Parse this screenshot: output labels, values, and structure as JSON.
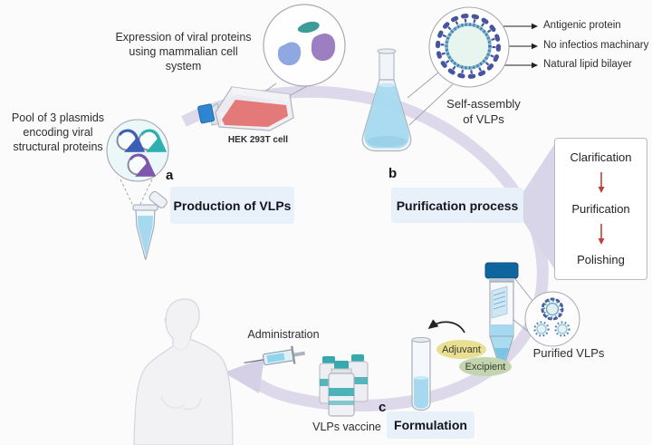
{
  "expression": {
    "caption": "Expression of viral proteins\nusing mammalian cell\nsystem"
  },
  "plasmids": {
    "caption": "Pool of 3 plasmids\nencoding viral\nstructural proteins"
  },
  "hek": {
    "label": "HEK 293T cell"
  },
  "steps": {
    "a": {
      "letter": "a",
      "box": "Production of VLPs"
    },
    "b": {
      "letter": "b",
      "box": "Purification process"
    },
    "c": {
      "letter": "c",
      "box": "Formulation"
    }
  },
  "vlp": {
    "labels": [
      "Antigenic protein",
      "No infectios machinary",
      "Natural lipid bilayer"
    ],
    "self_assembly": "Self-assembly\nof VLPs"
  },
  "panel": {
    "steps": [
      "Clarification",
      "Purification",
      "Polishing"
    ]
  },
  "purified": {
    "label": "Purified VLPs"
  },
  "formulation": {
    "adjuvant": "Adjuvant",
    "excipient": "Excipient"
  },
  "vaccine": {
    "label": "VLPs vaccine"
  },
  "administration": {
    "label": "Administration"
  },
  "colors": {
    "step_box_bg": "#e8f1f9",
    "flow_arc": "#ddd8ea",
    "red_arrow": "#c2403a",
    "adjuvant_bg": "#e9df93",
    "excipient_bg": "#c3d5ae",
    "vlp_spike": "#46559f",
    "vlp_membrane": "#79b7ce",
    "media_red": "#e36f6f",
    "liquid_blue": "#a6d9ef",
    "cap_blue": "#2f86d0",
    "vial_teal": "#35a9ae"
  }
}
